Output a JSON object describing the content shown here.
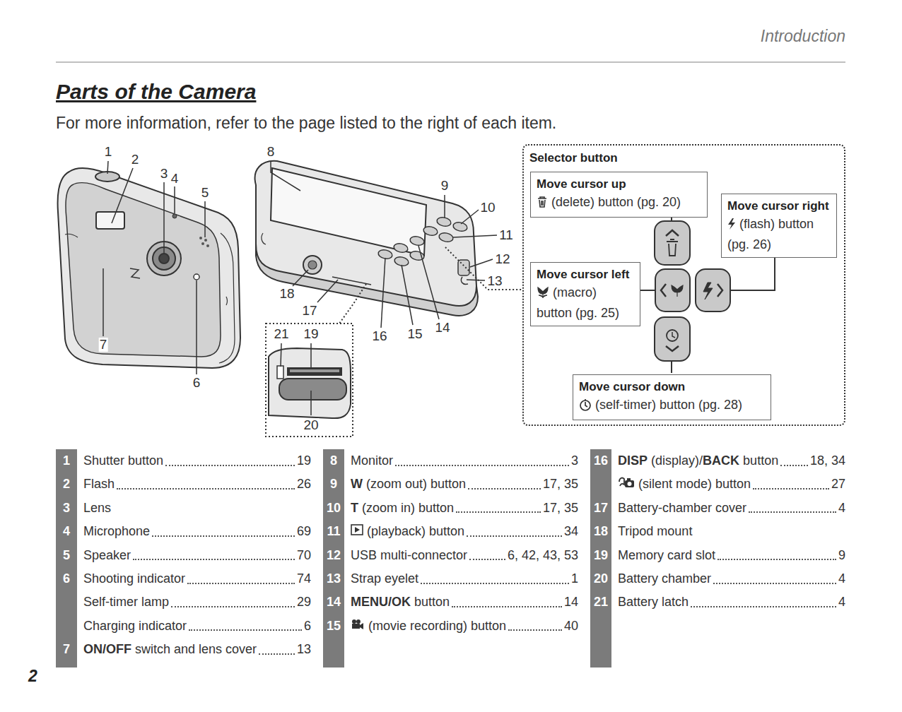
{
  "diagram": {
    "title": "Parts of the Camera",
    "nodes": [
      {
        "text": [
          "Selector button"
        ]
      },
      {
        "text": [
          "Move cursor up",
          "(delete) button (pg. 20)"
        ],
        "in": 0
      },
      {
        "text": [
          "Move cursor right",
          "(flash) button (pg. 26)"
        ],
        "in": 0
      },
      {
        "text": [
          "Move cursor left",
          "(macro) button (pg. 25)"
        ],
        "in": 0
      },
      {
        "text": [
          "Move cursor down",
          "(self-timer) button (pg. 28)"
        ],
        "in": 0
      }
    ],
    "labels": [
      "Introduction",
      "For more information, refer to the page listed to the right of each item.",
      "1",
      "2",
      "3",
      "4",
      "5",
      "6",
      "7",
      "8",
      "9",
      "10",
      "11",
      "12",
      "13",
      "14",
      "15",
      "16",
      "17",
      "18",
      "19",
      "20",
      "21",
      "1",
      "Shutter button",
      "19",
      "2",
      "Flash",
      "26",
      "3",
      "Lens",
      "4",
      "Microphone",
      "69",
      "5",
      "Speaker",
      "70",
      "6",
      "Shooting indicator",
      "74",
      "Self-timer lamp",
      "29",
      "Charging indicator",
      "6",
      "7",
      "ON/OFF",
      "switch and lens cover",
      "13",
      "8",
      "Monitor",
      "3",
      "9",
      "W",
      "(zoom out) button",
      "17, 35",
      "10",
      "T",
      "(zoom in) button",
      "17, 35",
      "11",
      "(playback) button",
      "34",
      "12",
      "USB multi-connector",
      "6, 42, 43, 53",
      "13",
      "Strap eyelet",
      "1",
      "14",
      "MENU/OK",
      "button",
      "14",
      "15",
      "(movie recording) button",
      "40",
      "16",
      "DISP",
      "(display)/",
      "BACK",
      "button",
      "18, 34",
      "(silent mode) button",
      "27",
      "17",
      "Battery-chamber cover",
      "4",
      "18",
      "Tripod mount",
      "19",
      "Memory card slot",
      "9",
      "20",
      "Battery chamber",
      "4",
      "21",
      "Battery latch",
      "4",
      "2"
    ]
  }
}
